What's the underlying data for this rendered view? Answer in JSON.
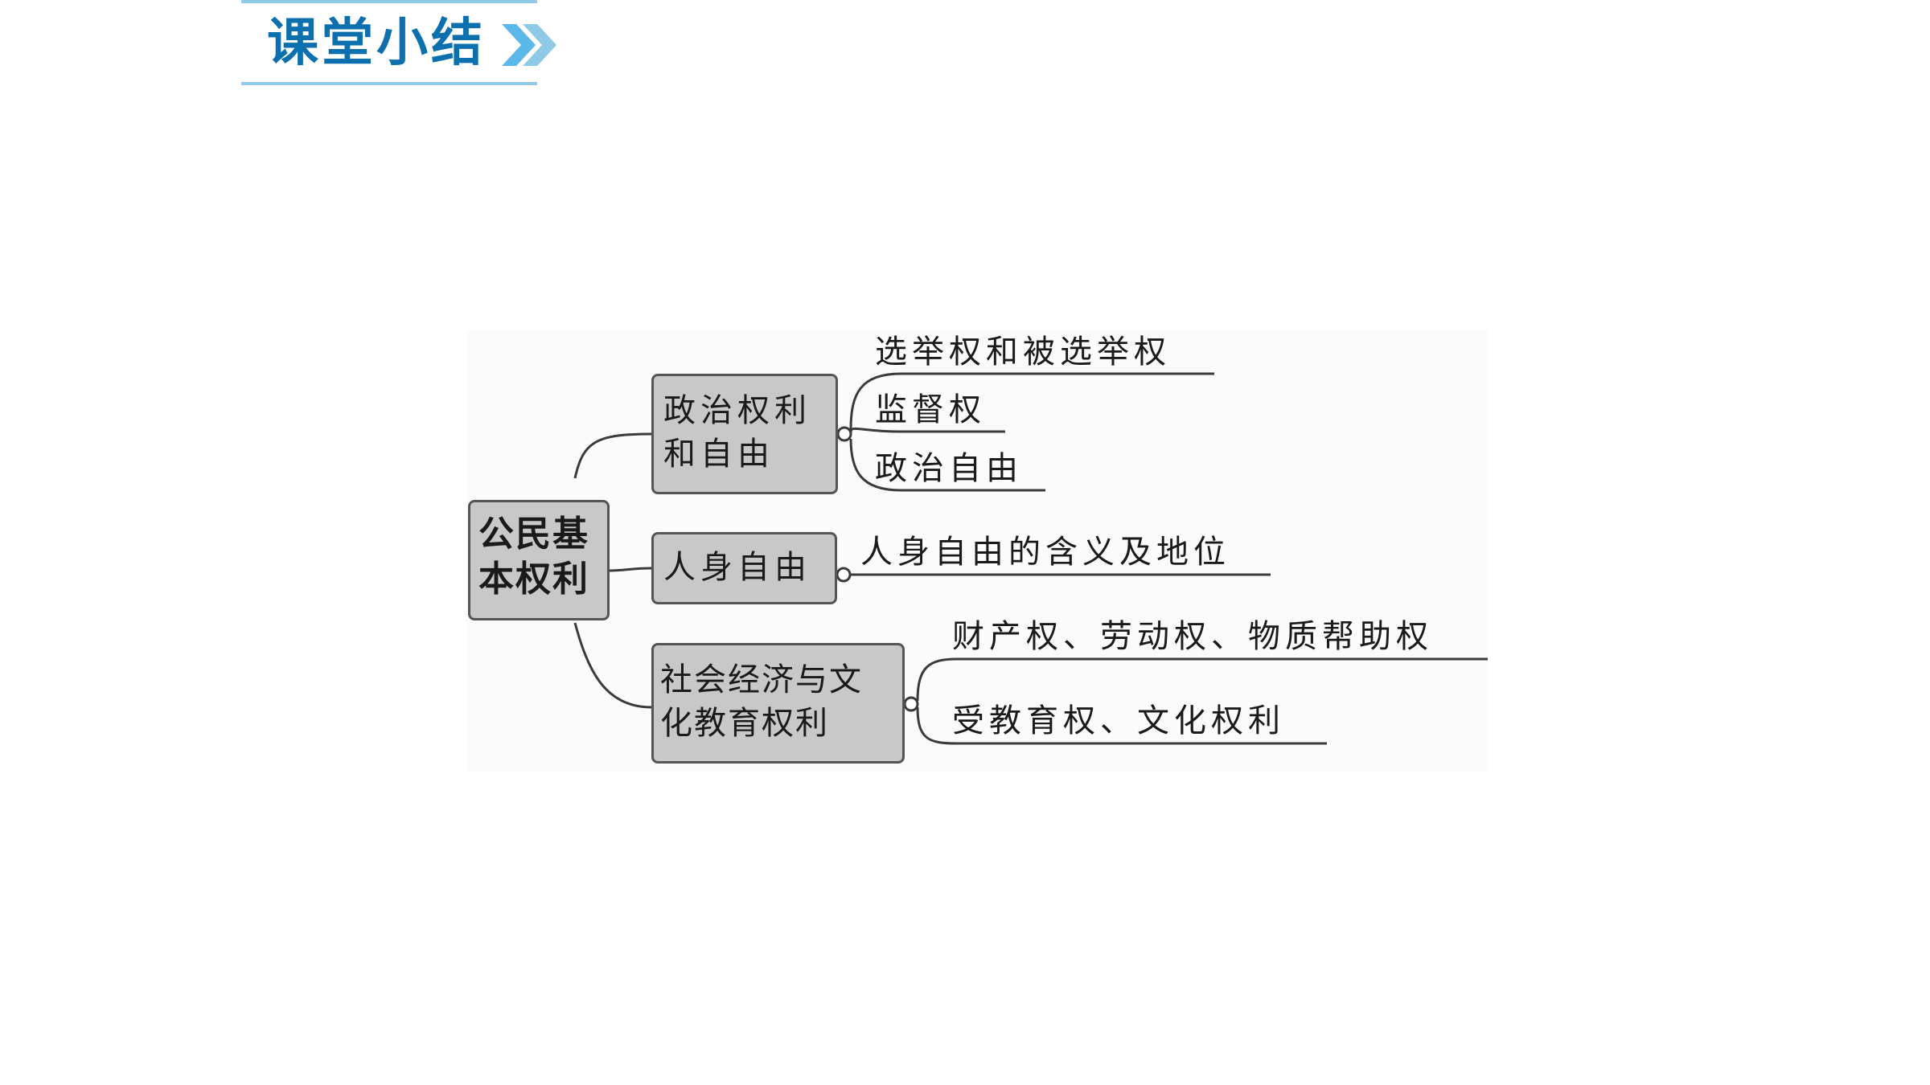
{
  "header": {
    "title": "课堂小结",
    "accent_color": "#0c6fae",
    "line_color": "#8ecae6",
    "icon": "double-chevron-right-icon"
  },
  "diagram": {
    "root": {
      "line1": "公民基",
      "line2": "本权利"
    },
    "branches": [
      {
        "line1": "政治权利",
        "line2": "和自由",
        "leaves": [
          "选举权和被选举权",
          "监督权",
          "政治自由"
        ]
      },
      {
        "line1": "人身自由",
        "leaves": [
          "人身自由的含义及地位"
        ]
      },
      {
        "line1": "社会经济与文",
        "line2": "化教育权利",
        "leaves": [
          "财产权、劳动权、物质帮助权",
          "受教育权、文化权利"
        ]
      }
    ]
  }
}
